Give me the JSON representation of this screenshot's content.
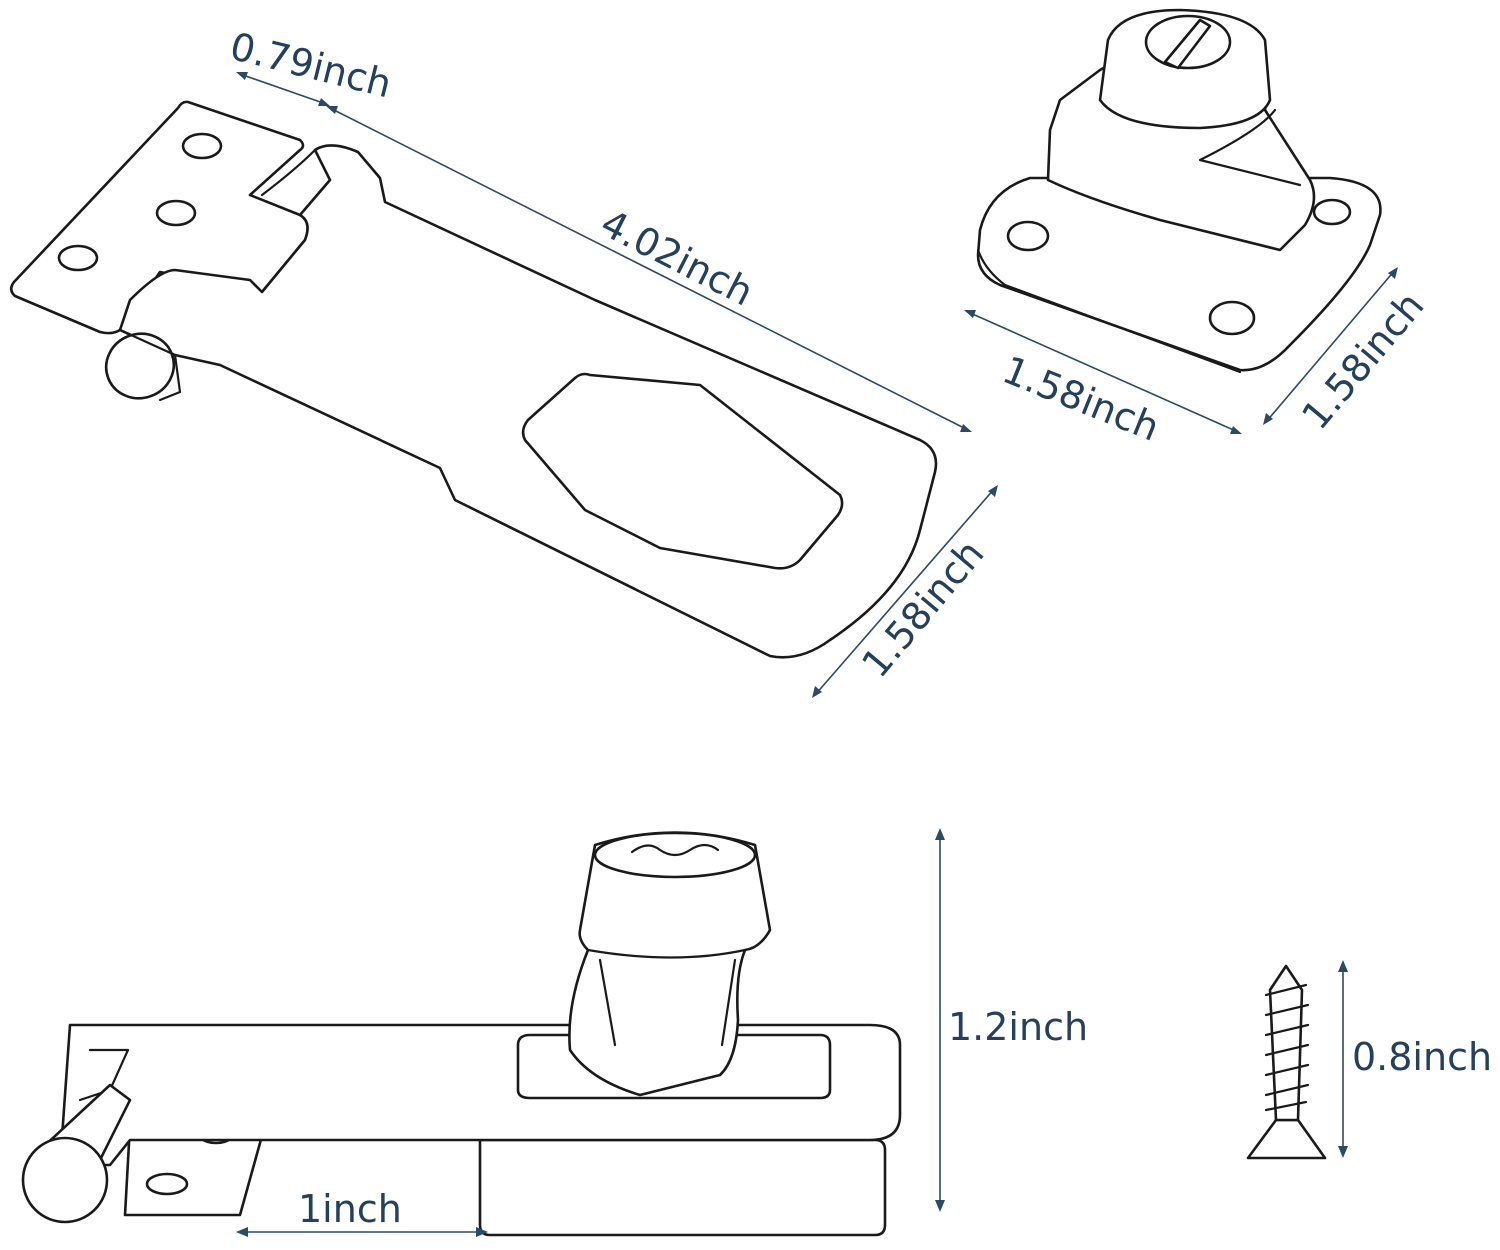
{
  "colors": {
    "dimension": "#2b4a66",
    "dimension_text": "#24405a",
    "outline": "#1a1a1a",
    "background": "#ffffff"
  },
  "dimensions": {
    "hinge_width": "0.79inch",
    "hasp_length": "4.02inch",
    "hasp_width": "1.58inch",
    "lock_width": "1.58inch",
    "lock_depth": "1.58inch",
    "total_height": "1.2inch",
    "hinge_leaf": "1inch",
    "screw_length": "0.8inch"
  }
}
